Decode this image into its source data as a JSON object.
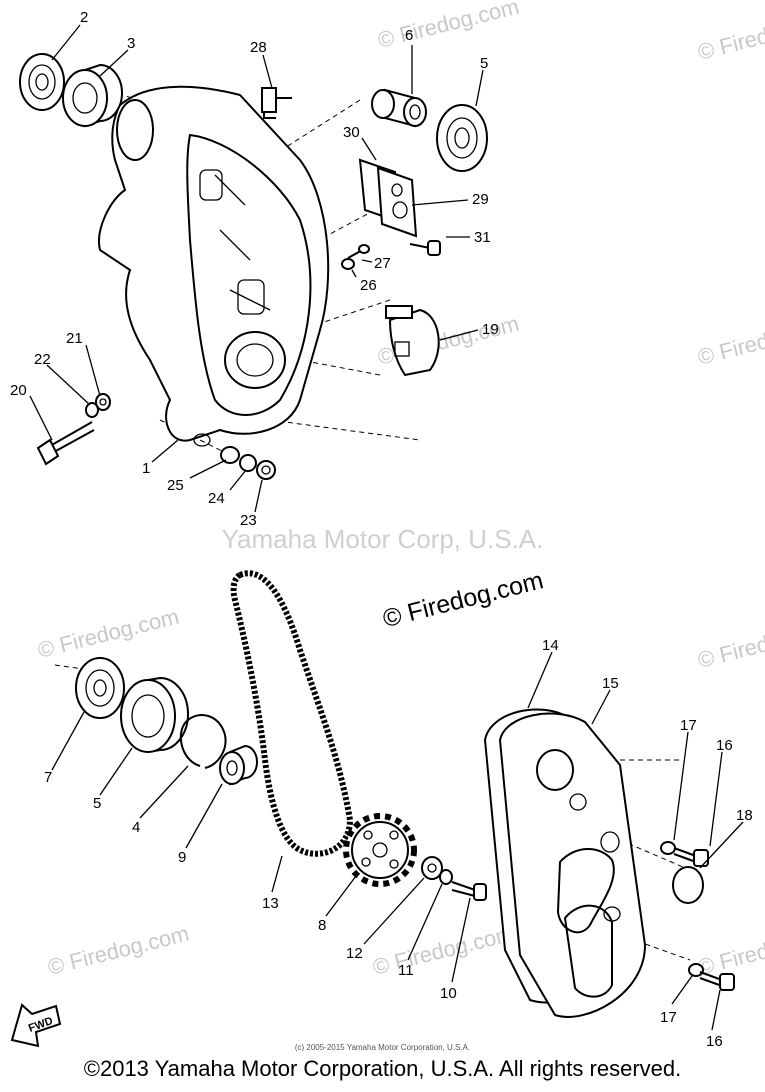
{
  "watermarks": {
    "center": "Yamaha Motor Corp, U.S.A.",
    "firedog_main": "© Firedog.com",
    "firedog_faint": "© Firedog.com"
  },
  "fwd_label": "FWD",
  "callouts": {
    "p1": "1",
    "p2": "2",
    "p3": "3",
    "p4": "4",
    "p5a": "5",
    "p5b": "5",
    "p6": "6",
    "p7": "7",
    "p8": "8",
    "p9": "9",
    "p10": "10",
    "p11": "11",
    "p12": "12",
    "p13": "13",
    "p14": "14",
    "p15": "15",
    "p16a": "16",
    "p16b": "16",
    "p17a": "17",
    "p17b": "17",
    "p18": "18",
    "p19": "19",
    "p20": "20",
    "p21": "21",
    "p22": "22",
    "p23": "23",
    "p24": "24",
    "p25": "25",
    "p26": "26",
    "p27": "27",
    "p28": "28",
    "p29": "29",
    "p30": "30",
    "p31": "31"
  },
  "footer": {
    "small_copyright": "(c) 2005-2015 Yamaha Motor Corporation, U.S.A.",
    "copyright": "©2013 Yamaha Motor Corporation, U.S.A. All rights reserved."
  }
}
